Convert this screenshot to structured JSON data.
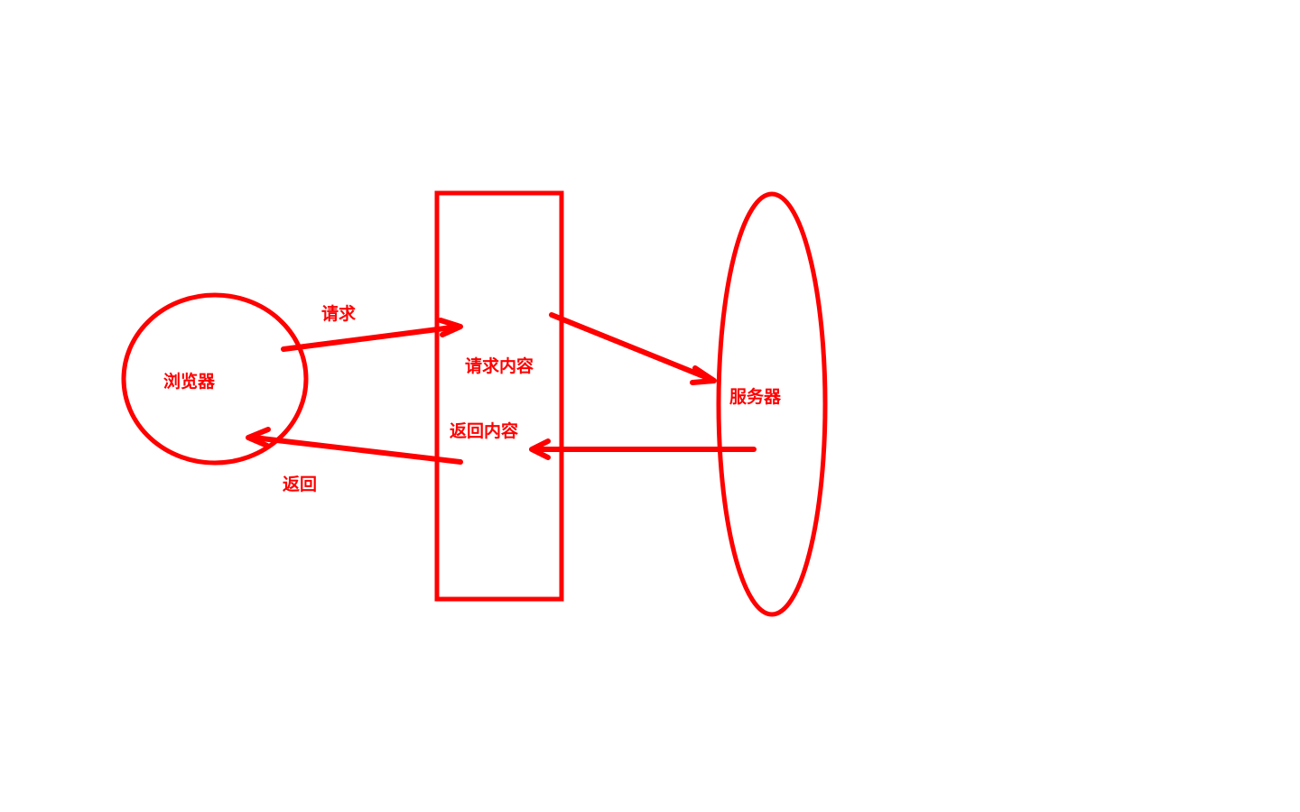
{
  "diagram": {
    "stroke_color": "#ff0000",
    "text_color": "#ff0000",
    "background": "#ffffff",
    "nodes": {
      "browser": {
        "label": "浏览器",
        "shape": "circle"
      },
      "middle": {
        "request_content": "请求内容",
        "response_content": "返回内容",
        "shape": "rectangle"
      },
      "server": {
        "label": "服务器",
        "shape": "ellipse"
      }
    },
    "edges": {
      "request": {
        "label": "请求",
        "from": "browser",
        "to": "middle"
      },
      "request_forward": {
        "label": "",
        "from": "middle",
        "to": "server"
      },
      "response_forward": {
        "label": "",
        "from": "server",
        "to": "middle"
      },
      "response": {
        "label": "返回",
        "from": "middle",
        "to": "browser"
      }
    }
  }
}
